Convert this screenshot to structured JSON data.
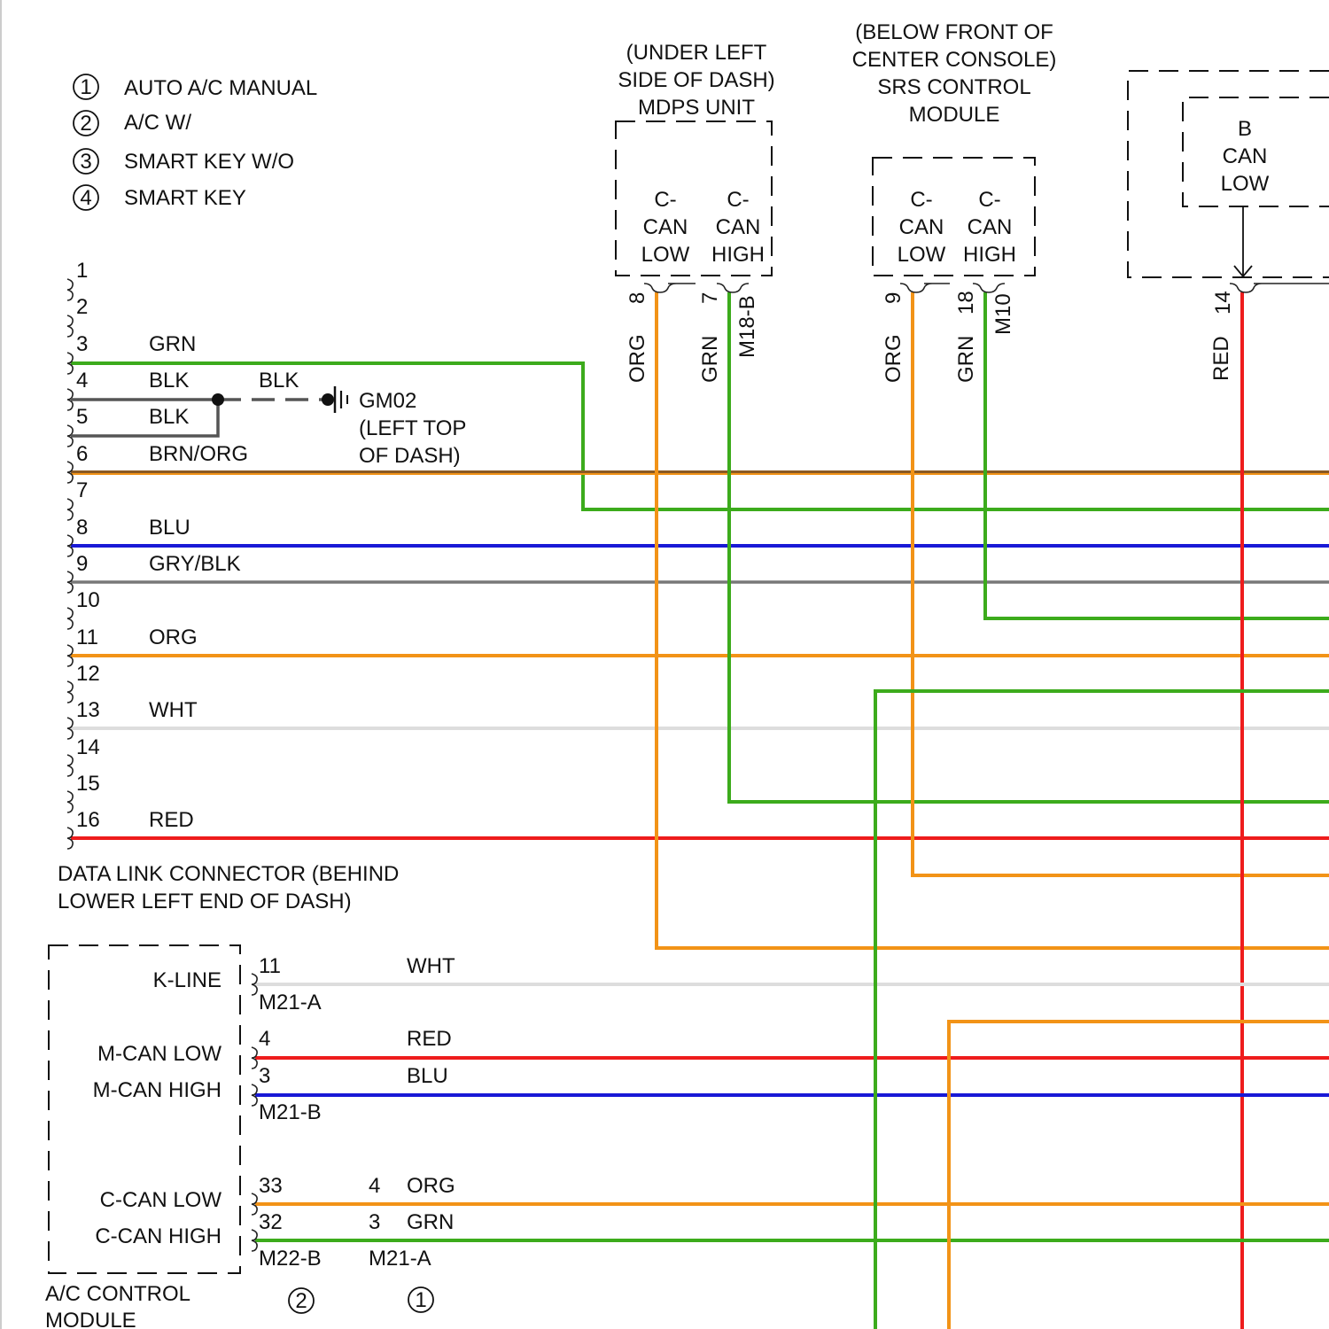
{
  "colors": {
    "GRN": "#3cab1c",
    "BLK": "#555555",
    "BRN": "#8a5a24",
    "ORG": "#f29317",
    "BLU": "#1919d6",
    "GRY": "#9a9a9a",
    "WHT": "#dddddd",
    "RED": "#ee1c1c",
    "ground": "#555555"
  },
  "legend": [
    {
      "num": "1",
      "text": "AUTO A/C MANUAL"
    },
    {
      "num": "2",
      "text": "A/C W/"
    },
    {
      "num": "3",
      "text": "SMART KEY W/O"
    },
    {
      "num": "4",
      "text": "SMART KEY"
    }
  ],
  "dlc": {
    "title_lines": [
      "DATA LINK CONNECTOR (BEHIND",
      "LOWER LEFT END OF DASH)"
    ],
    "pins": [
      {
        "num": "1",
        "color": ""
      },
      {
        "num": "2",
        "color": ""
      },
      {
        "num": "3",
        "color": "GRN"
      },
      {
        "num": "4",
        "color": "BLK"
      },
      {
        "num": "5",
        "color": "BLK"
      },
      {
        "num": "6",
        "color": "BRN/ORG"
      },
      {
        "num": "7",
        "color": ""
      },
      {
        "num": "8",
        "color": "BLU"
      },
      {
        "num": "9",
        "color": "GRY/BLK"
      },
      {
        "num": "10",
        "color": ""
      },
      {
        "num": "11",
        "color": "ORG"
      },
      {
        "num": "12",
        "color": ""
      },
      {
        "num": "13",
        "color": "WHT"
      },
      {
        "num": "14",
        "color": ""
      },
      {
        "num": "15",
        "color": ""
      },
      {
        "num": "16",
        "color": "RED"
      }
    ]
  },
  "ground": {
    "wire_color": "BLK",
    "name": "GM02",
    "location_lines": [
      "(LEFT TOP",
      "OF DASH)"
    ]
  },
  "mdps": {
    "location_lines": [
      "(UNDER LEFT",
      "SIDE OF DASH)",
      "MDPS UNIT"
    ],
    "terminals": [
      {
        "label_lines": [
          "C-",
          "CAN",
          "LOW"
        ],
        "pin": "8",
        "wire": "ORG"
      },
      {
        "label_lines": [
          "C-",
          "CAN",
          "HIGH"
        ],
        "pin": "7",
        "wire": "GRN"
      }
    ],
    "connector": "M18-B"
  },
  "srs": {
    "location_lines": [
      "(BELOW FRONT OF",
      "CENTER CONSOLE)",
      "SRS CONTROL",
      "MODULE"
    ],
    "terminals": [
      {
        "label_lines": [
          "C-",
          "CAN",
          "LOW"
        ],
        "pin": "9",
        "wire": "ORG"
      },
      {
        "label_lines": [
          "C-",
          "CAN",
          "HIGH"
        ],
        "pin": "18",
        "wire": "GRN"
      }
    ],
    "connector": "M10"
  },
  "bcan": {
    "label_lines": [
      "B",
      "CAN",
      "LOW"
    ],
    "pin": "14",
    "wire": "RED"
  },
  "ac_module": {
    "title_lines": [
      "A/C CONTROL",
      "MODULE"
    ],
    "functions": [
      "K-LINE",
      "M-CAN LOW",
      "M-CAN HIGH",
      "C-CAN LOW",
      "C-CAN HIGH"
    ],
    "rows": [
      {
        "pin": "11",
        "wire": "WHT"
      },
      {
        "pin": "4",
        "wire": "RED"
      },
      {
        "pin": "3",
        "wire": "BLU"
      },
      {
        "pin": "33",
        "pin2": "4",
        "wire": "ORG"
      },
      {
        "pin": "32",
        "pin2": "3",
        "wire": "GRN"
      }
    ],
    "connectors": [
      "M21-A",
      "M21-B",
      "M22-B",
      "M21-A"
    ],
    "notes": [
      "2",
      "1"
    ]
  }
}
